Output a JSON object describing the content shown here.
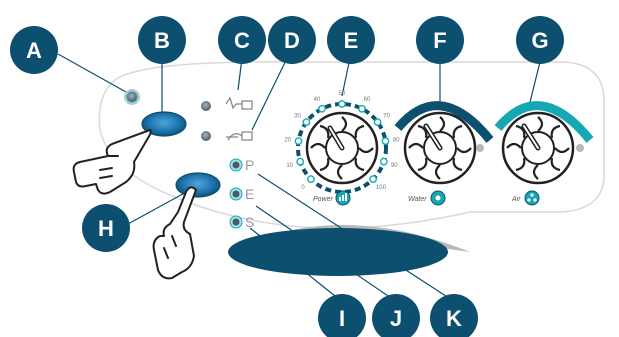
{
  "callouts": [
    "A",
    "B",
    "C",
    "D",
    "E",
    "F",
    "G",
    "H",
    "I",
    "J",
    "K"
  ],
  "modes": [
    "P",
    "E",
    "S"
  ],
  "power_scale": [
    "0",
    "10",
    "20",
    "30",
    "40",
    "50",
    "60",
    "70",
    "80",
    "90",
    "100"
  ],
  "knobs": {
    "power_label": "Power",
    "water_label": "Water",
    "air_label": "Air"
  },
  "colors": {
    "navy": "#0d4f6e",
    "teal": "#15a8b4",
    "panel_border": "#d9d9d9",
    "arc_grey": "#b8b8b8"
  }
}
